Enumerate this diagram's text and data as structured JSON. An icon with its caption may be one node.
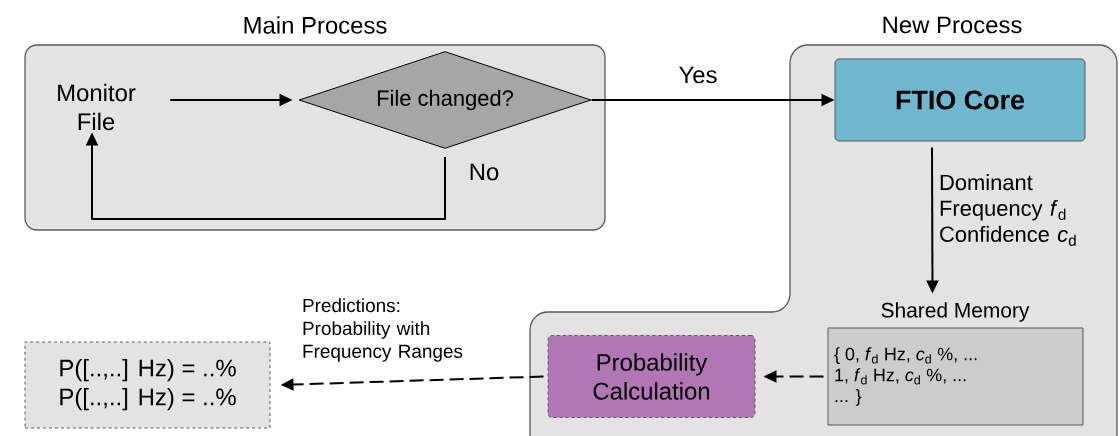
{
  "diagram": {
    "nodes": [
      {
        "text": [
          "Main Process"
        ]
      },
      {
        "text": [
          "Monitor File"
        ],
        "in": 0
      },
      {
        "text": [
          "File changed?"
        ],
        "in": 0
      },
      {
        "text": [
          "New Process"
        ]
      },
      {
        "text": [
          "FTIO Core"
        ],
        "in": 3
      },
      {
        "text": [
          "Shared Memory",
          "{ 0, *f*$_{d}$ Hz, *c*$_{d}$ %, ...",
          "1, *f*$_{d}$ Hz, *c*$_{d}$ %, ...",
          "... }"
        ],
        "in": 3
      },
      {
        "text": [
          "Probability Calculation"
        ],
        "in": 3
      },
      {
        "text": [
          "P([..,..] Hz) = ..%",
          "P([..,..] Hz) = ..%"
        ]
      }
    ],
    "edges": [
      {
        "from": 1,
        "to": 2,
        "arrow": "to"
      },
      {
        "from": 2,
        "to": 4,
        "arrow": "to",
        "label": "Yes"
      },
      {
        "from": 2,
        "to": 1,
        "arrow": "to",
        "label": "No"
      },
      {
        "from": 4,
        "to": 5,
        "arrow": "to",
        "label": "Dominant Frequency *f*$_{d}$ Confidence *c*$_{d}$"
      },
      {
        "from": 5,
        "to": 6,
        "arrow": "to",
        "style": "dashed"
      },
      {
        "from": 6,
        "to": 7,
        "arrow": "to",
        "style": "dashed",
        "label": "Predictions: Probability with Frequency Ranges"
      }
    ]
  }
}
